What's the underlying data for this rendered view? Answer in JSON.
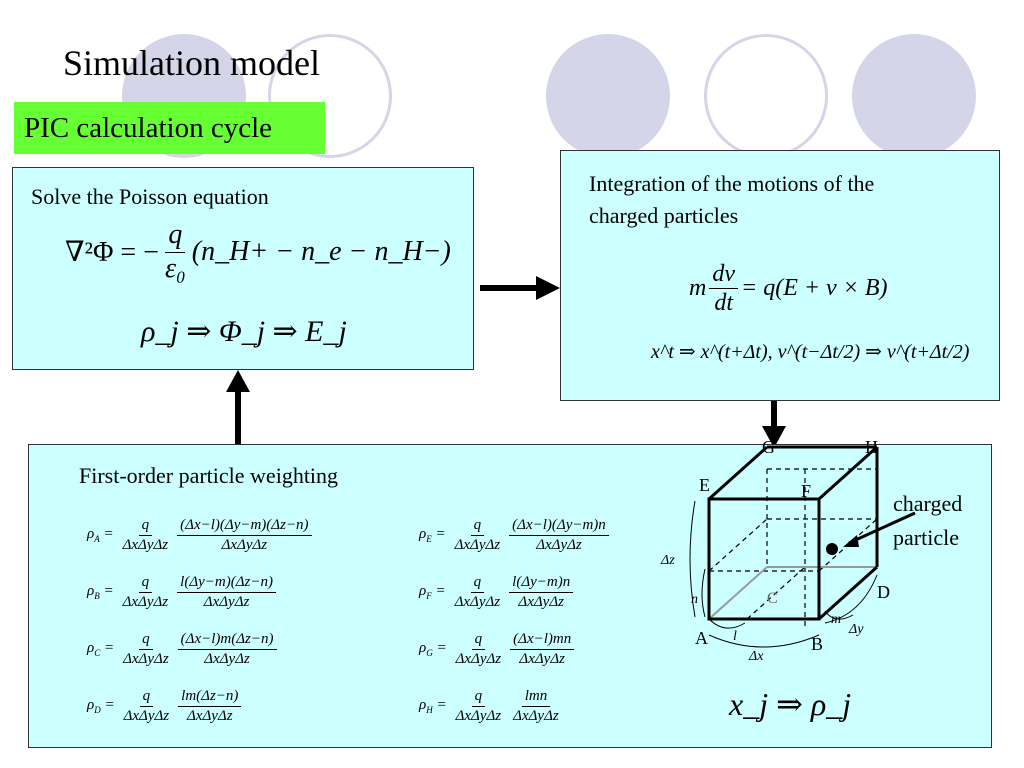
{
  "title": "Simulation model",
  "badge": "PIC calculation cycle",
  "poisson": {
    "heading": "Solve the Poisson equation",
    "lhs": "∇²Φ = −",
    "frac_num": "q",
    "frac_den": "ε₀",
    "rhs": "(n_H+ − n_e − n_H−)",
    "chain": "ρ_j ⇒ Φ_j ⇒ E_j"
  },
  "motion": {
    "heading_line1": "Integration of the motions of the",
    "heading_line2": "charged particles",
    "eq_m": "m",
    "eq_num": "dv",
    "eq_den": "dt",
    "eq_rhs": "= q(E + v × B)",
    "update": "x^t ⇒ x^(t+Δt), v^(t−Δt/2) ⇒ v^(t+Δt/2)"
  },
  "weighting": {
    "heading": "First-order particle weighting",
    "common_num": "q",
    "common_den": "ΔxΔyΔz",
    "left": [
      {
        "sub": "A",
        "num": "(Δx−l)(Δy−m)(Δz−n)",
        "den": "ΔxΔyΔz"
      },
      {
        "sub": "B",
        "num": "l(Δy−m)(Δz−n)",
        "den": "ΔxΔyΔz"
      },
      {
        "sub": "C",
        "num": "(Δx−l)m(Δz−n)",
        "den": "ΔxΔyΔz"
      },
      {
        "sub": "D",
        "num": "lm(Δz−n)",
        "den": "ΔxΔyΔz"
      }
    ],
    "right": [
      {
        "sub": "E",
        "num": "(Δx−l)(Δy−m)n",
        "den": "ΔxΔyΔz"
      },
      {
        "sub": "F",
        "num": "l(Δy−m)n",
        "den": "ΔxΔyΔz"
      },
      {
        "sub": "G",
        "num": "(Δx−l)mn",
        "den": "ΔxΔyΔz"
      },
      {
        "sub": "H",
        "num": "lmn",
        "den": "ΔxΔyΔz"
      }
    ],
    "charged_particle_line1": "charged",
    "charged_particle_line2": "particle",
    "result": "x_j ⇒ ρ_j",
    "cube_labels": {
      "A": "A",
      "B": "B",
      "C": "C",
      "D": "D",
      "E": "E",
      "F": "F",
      "G": "G",
      "H": "H",
      "dx": "Δx",
      "dy": "Δy",
      "dz": "Δz",
      "l": "l",
      "m": "m",
      "n": "n"
    }
  },
  "colors": {
    "box_fill": "#ccffff",
    "badge": "#66ff33",
    "deco_circle": "#d5d5ea"
  }
}
